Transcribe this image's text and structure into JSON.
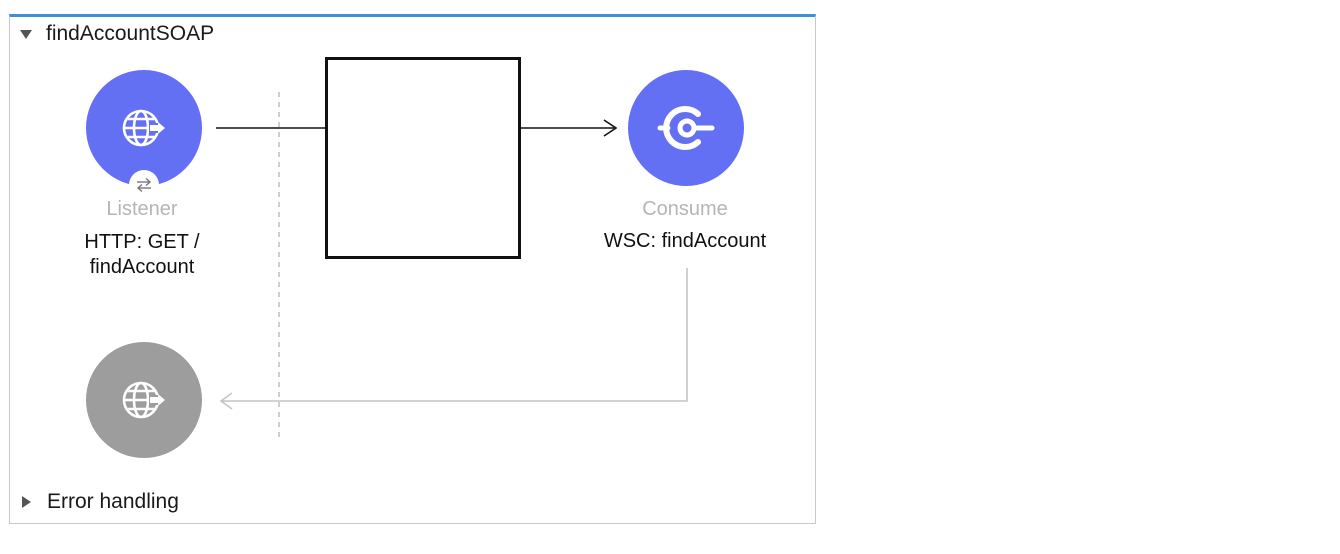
{
  "flow": {
    "name": "findAccountSOAP",
    "error_handling_label": "Error handling"
  },
  "nodes": {
    "listener": {
      "type": "Listener",
      "label_line1": "HTTP: GET /",
      "label_line2": "findAccount",
      "icon": "globe-arrow-icon",
      "badge_icon": "swap-arrows-icon"
    },
    "consume": {
      "type": "Consume",
      "label": "WSC: findAccount",
      "icon": "web-service-consumer-icon"
    },
    "response": {
      "icon": "globe-arrow-icon"
    }
  },
  "colors": {
    "accent": "#3f8fd6",
    "node_blue": "#6470f4",
    "node_gray": "#9d9d9d",
    "muted_text": "#b5b5b5"
  }
}
